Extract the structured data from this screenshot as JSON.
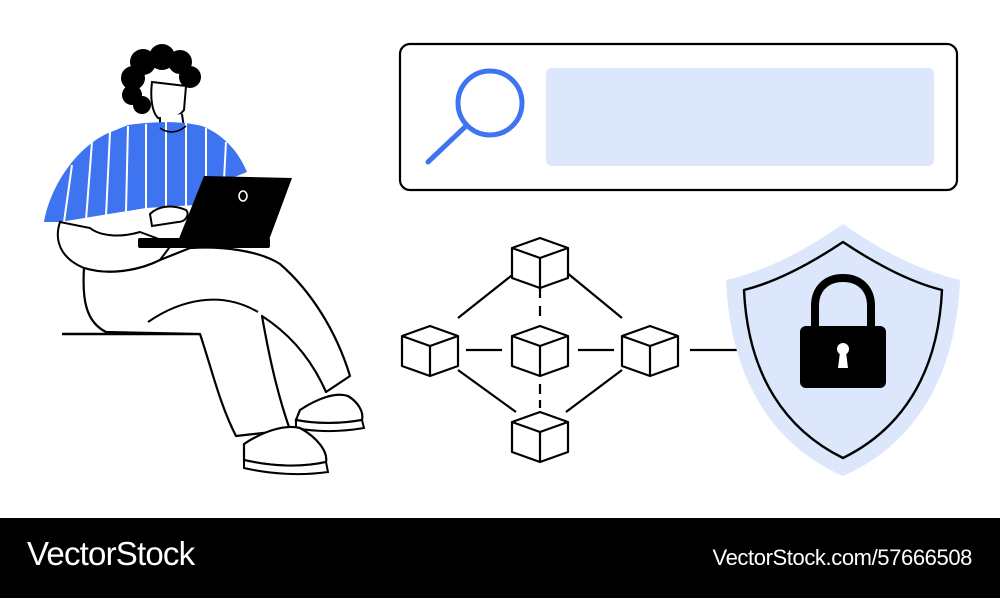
{
  "colors": {
    "accent_blue": "#3f74f0",
    "light_blue": "#dce7fb",
    "ink": "#000000",
    "background": "#ffffff"
  },
  "illustration": {
    "person": {
      "icon": "person-with-laptop-icon"
    },
    "search_bar": {
      "icon": "magnifier-icon"
    },
    "network": {
      "icon": "blockchain-network-icon",
      "cube_count": 5
    },
    "shield": {
      "icon": "shield-lock-icon"
    }
  },
  "footer": {
    "brand": "VectorStock",
    "url": "VectorStock.com/57666508"
  }
}
